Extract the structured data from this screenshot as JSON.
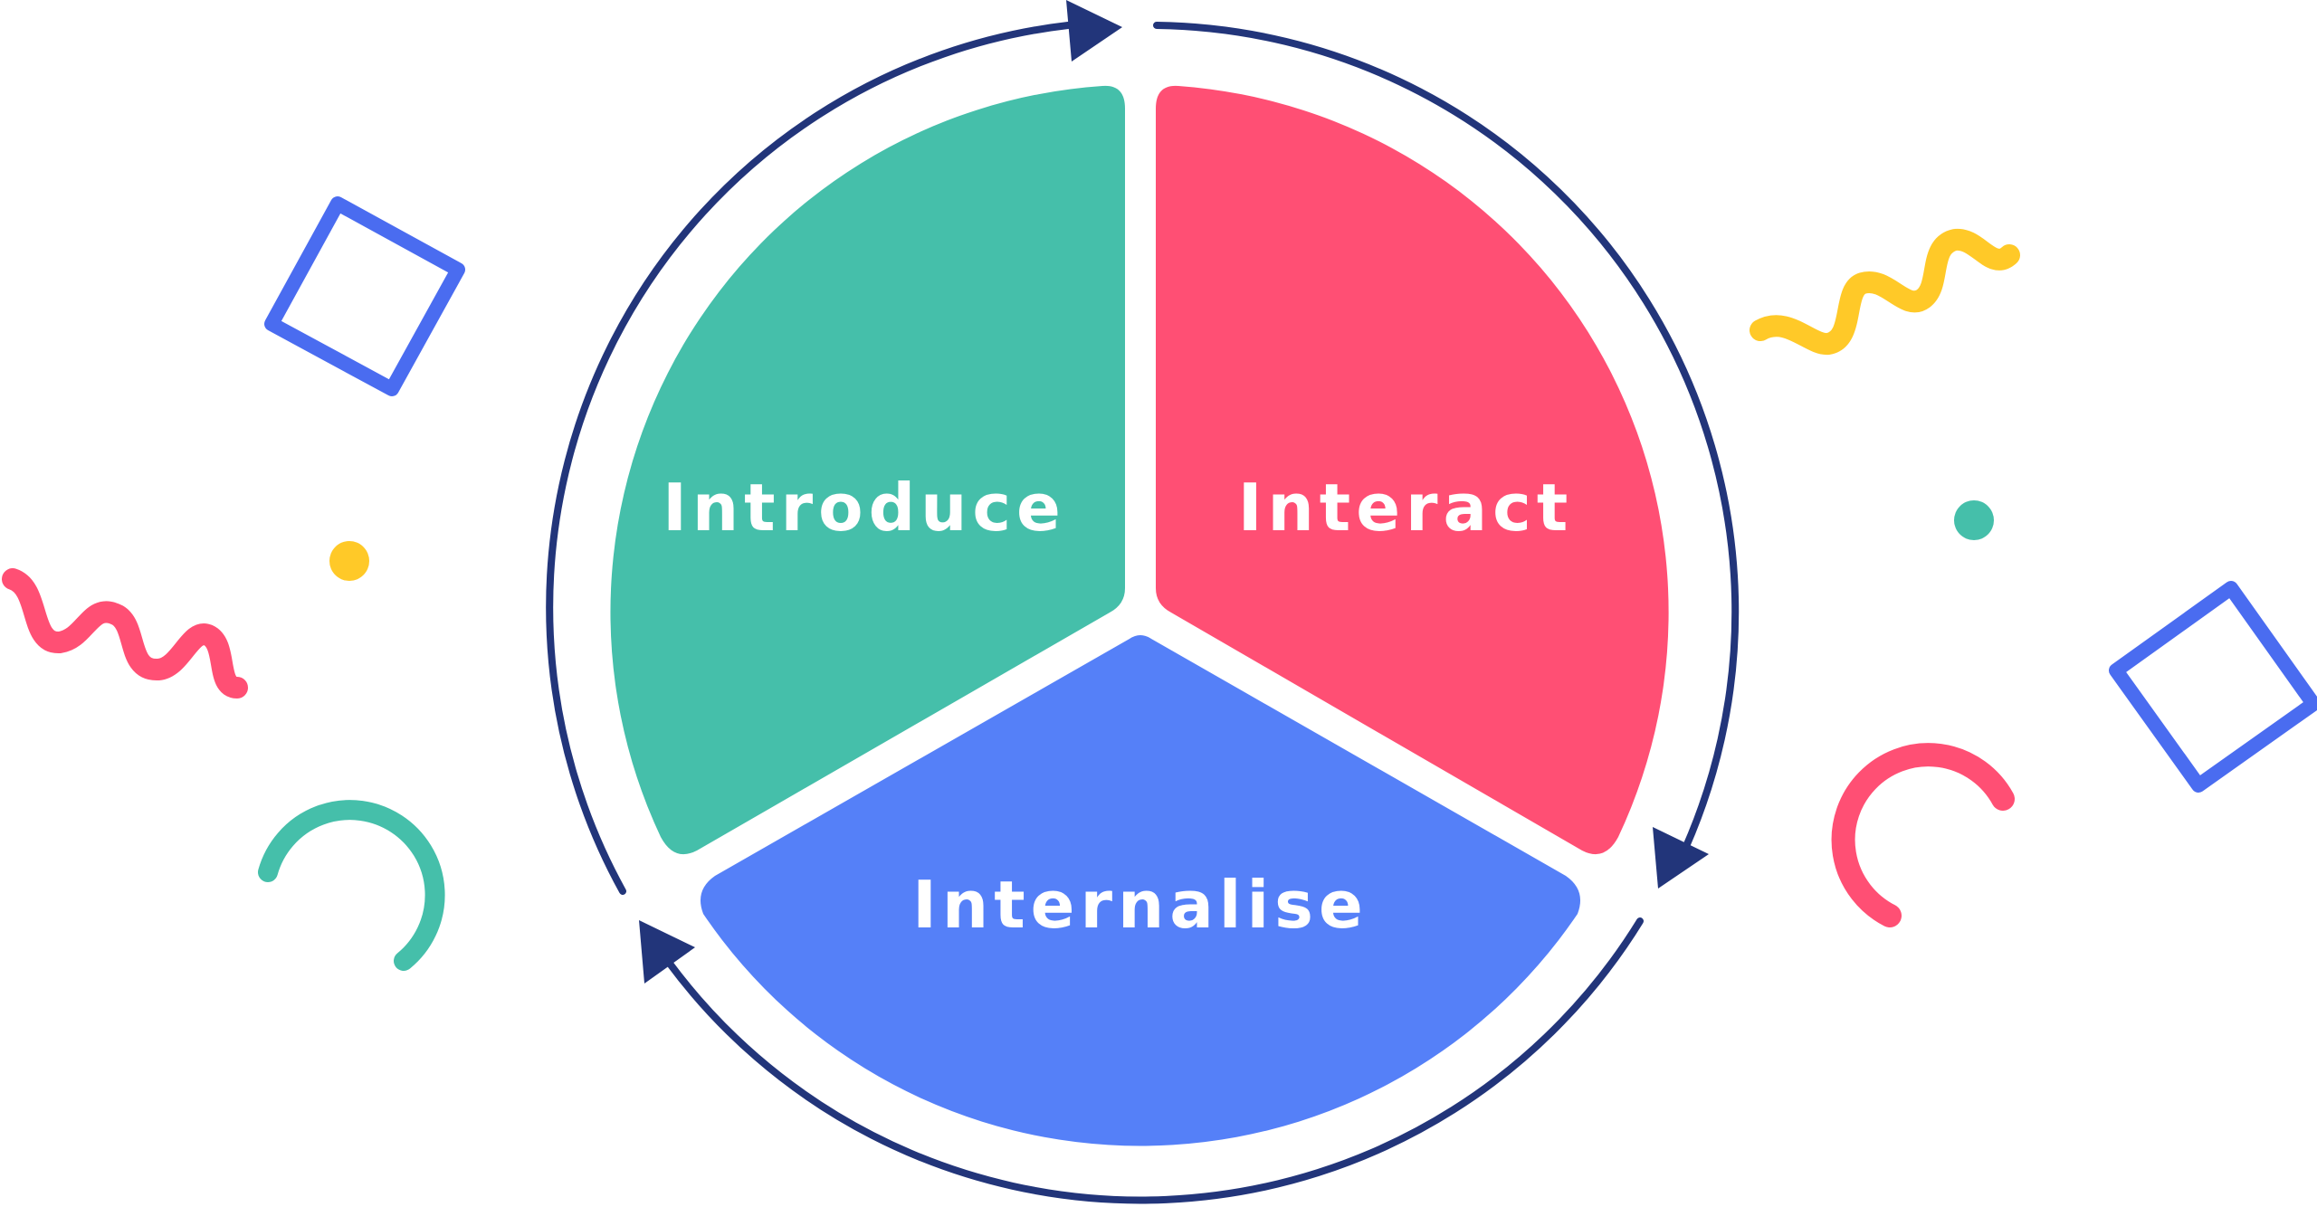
{
  "segments": [
    {
      "id": "introduce",
      "label": "Introduce",
      "color": "#45BFAA"
    },
    {
      "id": "interact",
      "label": "Interact",
      "color": "#FF4F74"
    },
    {
      "id": "internalise",
      "label": "Internalise",
      "color": "#5580F8"
    }
  ],
  "colors": {
    "cycle_arrow": "#22357A",
    "deco_blue": "#4A6CF0",
    "deco_pink": "#FF4F74",
    "deco_teal": "#45BFAA",
    "deco_yellow": "#FFC928"
  },
  "icons": [
    "cycle-arrow-icon",
    "square-outline-icon",
    "squiggle-icon",
    "dot-icon",
    "arc-icon"
  ]
}
